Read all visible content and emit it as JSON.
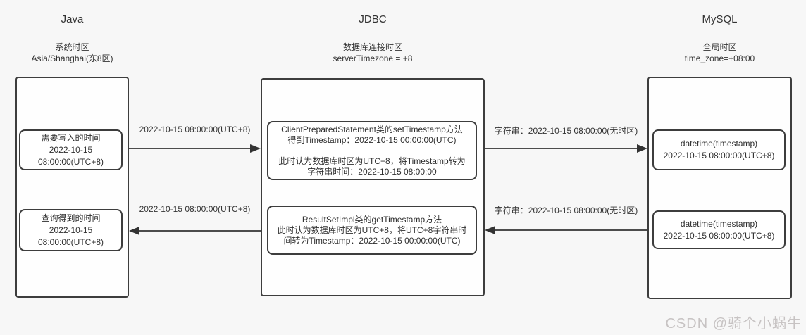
{
  "java": {
    "title": "Java",
    "subtitle_line1": "系统时区",
    "subtitle_line2": "Asia/Shanghai(东8区)",
    "write_box": {
      "lines": [
        "需要写入的时间",
        "2022-10-15",
        "08:00:00(UTC+8)"
      ]
    },
    "read_box": {
      "lines": [
        "查询得到的时间",
        "2022-10-15",
        "08:00:00(UTC+8)"
      ]
    }
  },
  "jdbc": {
    "title": "JDBC",
    "subtitle_line1": "数据库连接时区",
    "subtitle_line2": "serverTimezone = +8",
    "set_timestamp_box": {
      "lines": [
        "ClientPreparedStatement类的setTimestamp方法",
        "得到Timestamp：2022-10-15 00:00:00(UTC)",
        "",
        "此时认为数据库时区为UTC+8，将Timestamp转为",
        "字符串时间：2022-10-15 08:00:00"
      ]
    },
    "get_timestamp_box": {
      "lines": [
        "ResultSetImpl类的getTimestamp方法",
        "此时认为数据库时区为UTC+8，将UTC+8字符串时",
        "间转为Timestamp：2022-10-15 00:00:00(UTC)"
      ]
    }
  },
  "mysql": {
    "title": "MySQL",
    "subtitle_line1": "全局时区",
    "subtitle_line2": "time_zone=+08:00",
    "write_box": {
      "lines": [
        "datetime(timestamp)",
        "2022-10-15 08:00:00(UTC+8)"
      ]
    },
    "read_box": {
      "lines": [
        "datetime(timestamp)",
        "2022-10-15 08:00:00(UTC+8)"
      ]
    }
  },
  "arrows": {
    "java_to_jdbc": "2022-10-15 08:00:00(UTC+8)",
    "jdbc_to_java": "2022-10-15 08:00:00(UTC+8)",
    "jdbc_to_mysql": "字符串：2022-10-15 08:00:00(无时区)",
    "mysql_to_jdbc": "字符串：2022-10-15 08:00:00(无时区)"
  },
  "colors": {
    "background": "#f7f7f7",
    "box_border": "#3d3d3d",
    "arrow": "#333333",
    "watermark": "#c7c3c3"
  },
  "watermark": "CSDN @骑个小蜗牛"
}
